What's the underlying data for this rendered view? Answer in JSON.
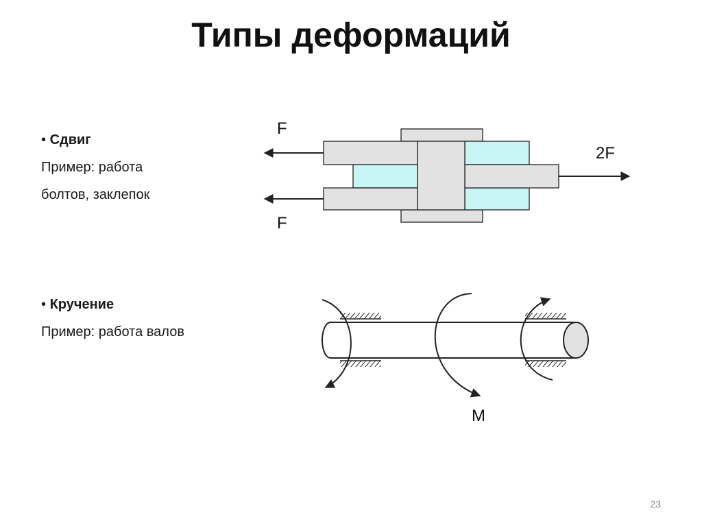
{
  "slide": {
    "title": "Типы деформаций",
    "page_number": "23"
  },
  "sections": [
    {
      "bullet": "•",
      "heading": "Сдвиг",
      "lines": [
        "Пример: работа",
        "болтов, заклепок"
      ]
    },
    {
      "bullet": "•",
      "heading": "Кручение",
      "lines": [
        "Пример: работа валов"
      ]
    }
  ],
  "shear_diagram": {
    "force_top_label": "F",
    "force_bottom_label": "F",
    "force_right_label": "2F",
    "colors": {
      "plate": "#e2e2e2",
      "gap": "#c8f6f6",
      "stroke": "#222222"
    }
  },
  "torsion_diagram": {
    "moment_label": "M",
    "colors": {
      "shaft_end": "#e2e2e2",
      "stroke": "#222222"
    }
  }
}
